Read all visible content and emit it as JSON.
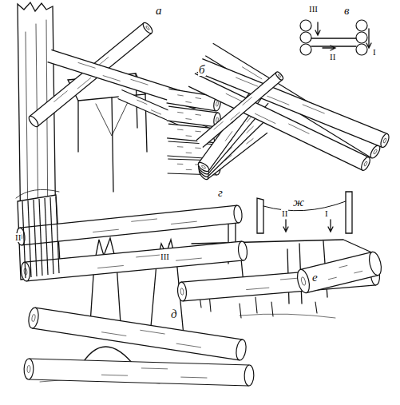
{
  "diagram": {
    "labels": [
      "а",
      "б",
      "в",
      "III",
      "II",
      "I",
      "г",
      "ж",
      "II",
      "I",
      "II",
      "III",
      "е",
      "д"
    ]
  }
}
